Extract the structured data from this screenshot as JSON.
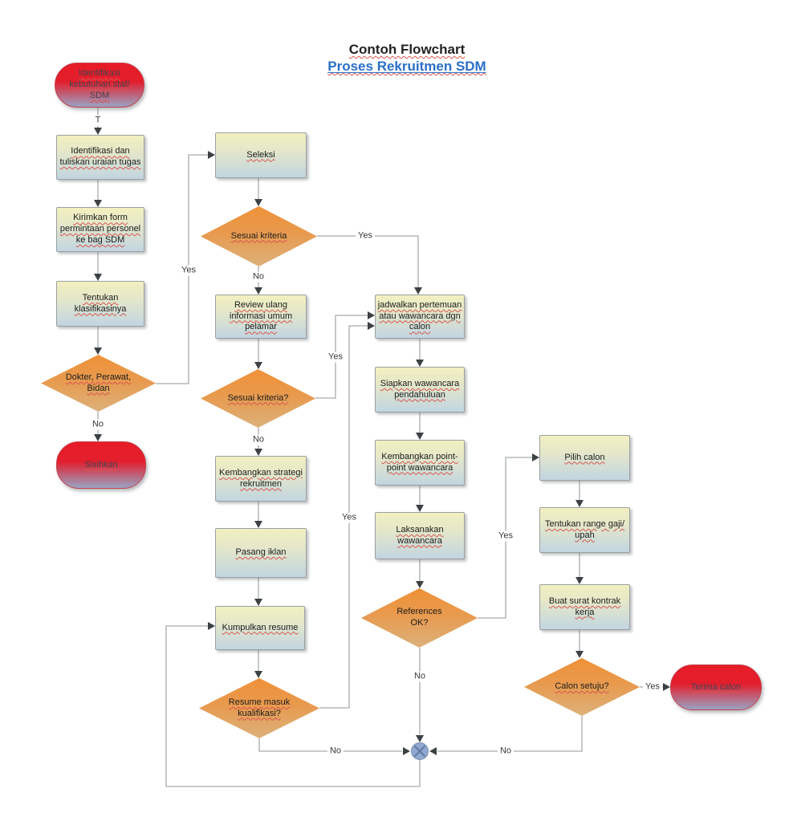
{
  "title": {
    "line1": "Contoh Flowchart",
    "line2": "Proses Rekruitmen SDM"
  },
  "nodes": {
    "start": {
      "type": "terminator",
      "label": "Identifikasi kebutuhan staf/ SDM"
    },
    "box_uraian": {
      "type": "process",
      "label": "Identifikasi dan tuliskan uraian tugas"
    },
    "box_form": {
      "type": "process",
      "label": "Kirimkan form permintaan personel ke bag SDM"
    },
    "box_klasifikasi": {
      "type": "process",
      "label": "Tentukan klasifikasinya"
    },
    "dec_dokter": {
      "type": "decision",
      "label": "Dokter, Perawat, Bidan"
    },
    "end_sisihkan": {
      "type": "terminator",
      "label": "Sisihkan"
    },
    "box_seleksi": {
      "type": "process",
      "label": "Seleksi"
    },
    "dec_kriteria1": {
      "type": "decision",
      "label": "Sesuai kriteria"
    },
    "box_review": {
      "type": "process",
      "label": "Review ulang informasi umum pelamar"
    },
    "dec_kriteria2": {
      "type": "decision",
      "label": "Sesuai kriteria?"
    },
    "box_strategi": {
      "type": "process",
      "label": "Kembangkan strategi rekruitmen"
    },
    "box_iklan": {
      "type": "process",
      "label": "Pasang iklan"
    },
    "box_resume": {
      "type": "process",
      "label": "Kumpulkan resume"
    },
    "dec_resume": {
      "type": "decision",
      "label": "Resume masuk kualifikasi?"
    },
    "box_jadwalkan": {
      "type": "process",
      "label": "jadwalkan pertemuan atau wawancara dgn calon"
    },
    "box_siapkan": {
      "type": "process",
      "label": "Siapkan wawancara pendahuluan"
    },
    "box_point": {
      "type": "process",
      "label": "Kembangkan point-point wawancara"
    },
    "box_laksanakan": {
      "type": "process",
      "label": "Laksanakan wawancara"
    },
    "dec_references": {
      "type": "decision",
      "label": "References OK?"
    },
    "box_pilih": {
      "type": "process",
      "label": "Pilih calon"
    },
    "box_gaji": {
      "type": "process",
      "label": "Tentukan range gaji/ upah"
    },
    "box_kontrak": {
      "type": "process",
      "label": "Buat surat kontrak kerja"
    },
    "dec_setuju": {
      "type": "decision",
      "label": "Calon setuju?"
    },
    "end_terima": {
      "type": "terminator",
      "label": "Terima calon"
    },
    "junction": {
      "type": "junction",
      "label": ""
    }
  },
  "edge_labels": {
    "t": "T",
    "yes": "Yes",
    "no": "No"
  },
  "colors": {
    "process_top": "#f2f0c0",
    "process_bottom": "#c2d5e1",
    "decision_top": "#ef9138",
    "decision_bottom": "#dcb17b",
    "terminator_top": "#e71c28",
    "terminator_bottom": "#99a3c4",
    "connector": "#a8acac",
    "arrowhead": "#3c4144",
    "title_blue": "#2a6fc9",
    "junction_fill": "#8fa9d0"
  }
}
